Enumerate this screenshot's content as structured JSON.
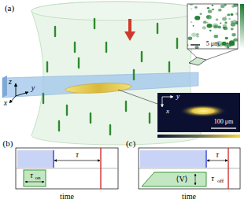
{
  "diagram": {
    "labels": [
      "(a)",
      "z",
      "y",
      "x",
      "5 μm",
      "y",
      "x",
      "100 μm",
      "(b)",
      "τ",
      "τ",
      "on",
      "time",
      "(c)",
      "τ",
      "⟨V⟩",
      "τ",
      "off",
      "time"
    ]
  }
}
